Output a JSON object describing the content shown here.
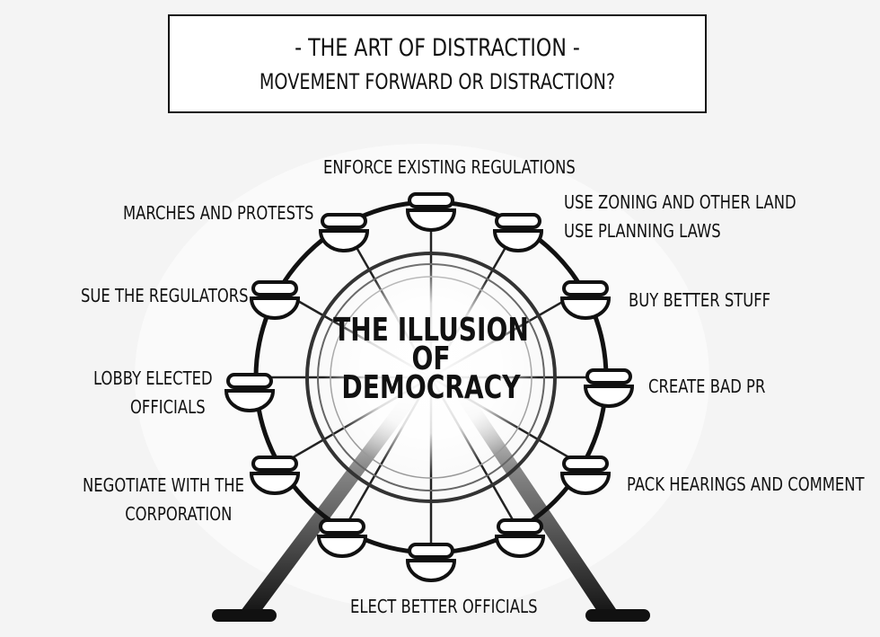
{
  "title": {
    "main": "- THE ART OF DISTRACTION -",
    "subtitle": "MOVEMENT FORWARD OR DISTRACTION?"
  },
  "center": {
    "line1": "THE ILLUSION",
    "line2": "OF",
    "line3": "DEMOCRACY"
  },
  "labels": {
    "enforce": "ENFORCE EXISTING REGULATIONS",
    "zoning_1": "USE ZONING AND OTHER LAND",
    "zoning_2": "USE PLANNING LAWS",
    "buy": "BUY BETTER STUFF",
    "bad_pr": "CREATE BAD PR",
    "pack": "PACK HEARINGS AND COMMENT",
    "elect": "ELECT BETTER OFFICIALS",
    "negotiate_1": "NEGOTIATE WITH THE",
    "negotiate_2": "CORPORATION",
    "lobby_1": "LOBBY ELECTED",
    "lobby_2": "OFFICIALS",
    "sue": "SUE THE REGULATORS",
    "marches": "MARCHES AND PROTESTS"
  },
  "colors": {
    "ink": "#111111",
    "background": "#f4f4f4",
    "glow": "#ffffff"
  }
}
